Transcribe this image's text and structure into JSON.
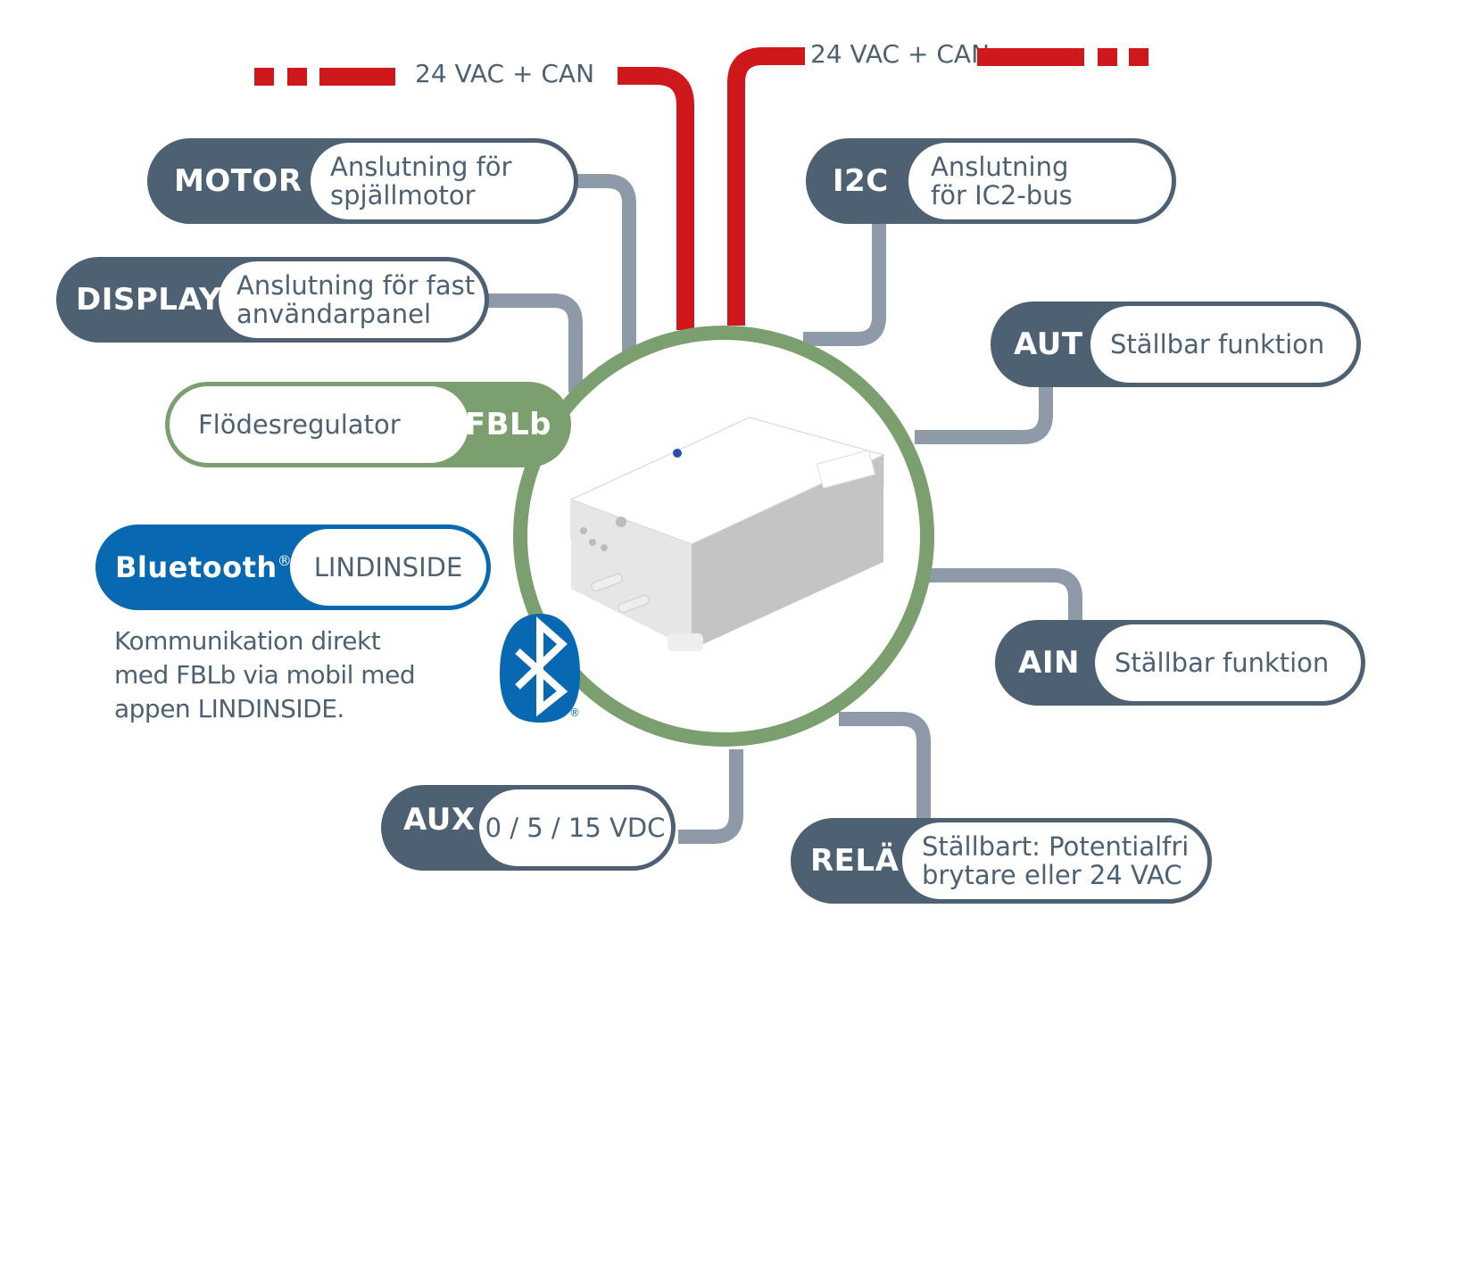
{
  "colors": {
    "power_line": "#cf181c",
    "signal_line": "#8e9aa7",
    "slate": "#4d6173",
    "device_ring": "#7c9f6f",
    "bluetooth": "#0868b2",
    "text": "#4d6174"
  },
  "power": {
    "left_label": "24 VAC + CAN",
    "right_label": "24 VAC + CAN"
  },
  "device": {
    "tag": "FBLb",
    "description": "Flödesregulator",
    "image_icon": "flow-regulator-device"
  },
  "ports": [
    {
      "id": "motor",
      "tag": "MOTOR",
      "lines": [
        "Anslutning för",
        "spjällmotor"
      ]
    },
    {
      "id": "display",
      "tag": "DISPLAY",
      "lines": [
        "Anslutning för fast",
        "användarpanel"
      ]
    },
    {
      "id": "i2c",
      "tag": "I2C",
      "lines": [
        "Anslutning",
        "för IC2-bus"
      ]
    },
    {
      "id": "aut",
      "tag": "AUT",
      "lines": [
        "Ställbar funktion"
      ]
    },
    {
      "id": "ain",
      "tag": "AIN",
      "lines": [
        "Ställbar funktion"
      ]
    },
    {
      "id": "aux",
      "tag": "AUX",
      "lines": [
        "0 / 5 / 15 VDC"
      ]
    },
    {
      "id": "rela",
      "tag": "RELÄ",
      "lines": [
        "Ställbart: Potentialfri",
        "brytare eller 24 VAC"
      ]
    }
  ],
  "bluetooth": {
    "tag": "Bluetooth",
    "trademark": "®",
    "app": "LINDINSIDE",
    "description_lines": [
      "Kommunikation direkt",
      "med FBLb via mobil med",
      "appen LINDINSIDE."
    ],
    "logo_icon": "bluetooth-icon",
    "logo_trademark": "®"
  }
}
